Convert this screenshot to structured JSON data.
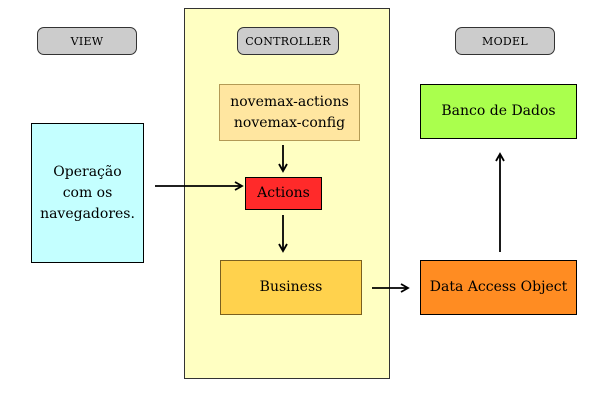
{
  "headers": {
    "view": "VIEW",
    "controller": "CONTROLLER",
    "model": "MODEL"
  },
  "view_box": {
    "lines": [
      "Operação",
      "com os",
      "navegadores."
    ]
  },
  "controller": {
    "config_lines": [
      "novemax-actions",
      "novemax-config"
    ],
    "actions": "Actions",
    "business": "Business"
  },
  "model": {
    "database": "Banco de Dados",
    "dao": "Data Access Object"
  },
  "colors": {
    "header_bg": "#cccccc",
    "controller_bg": "#ffffc2",
    "view_box": "#c4ffff",
    "config_box": "#ffe6a0",
    "actions_box": "#ff2a2a",
    "business_box": "#ffd24d",
    "database_box": "#aaff4d",
    "dao_box": "#ff8c22"
  }
}
